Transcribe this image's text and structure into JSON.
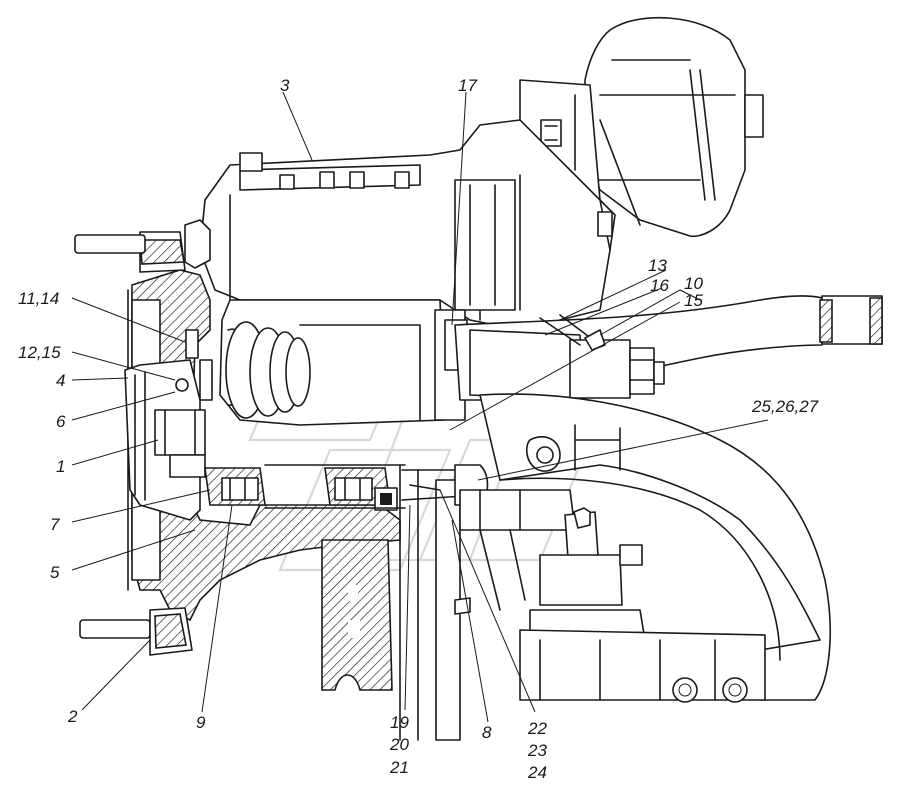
{
  "callouts": {
    "c3": "3",
    "c17": "17",
    "c13": "13",
    "c10": "10",
    "c16": "16",
    "c15": "15",
    "c11_14": "11,14",
    "c12_15": "12,15",
    "c4": "4",
    "c6": "6",
    "c1": "1",
    "c25_26_27": "25,26,27",
    "c7": "7",
    "c5": "5",
    "c2": "2",
    "c9": "9",
    "c19": "19",
    "c20": "20",
    "c21": "21",
    "c8": "8",
    "c22": "22",
    "c23": "23",
    "c24": "24"
  }
}
